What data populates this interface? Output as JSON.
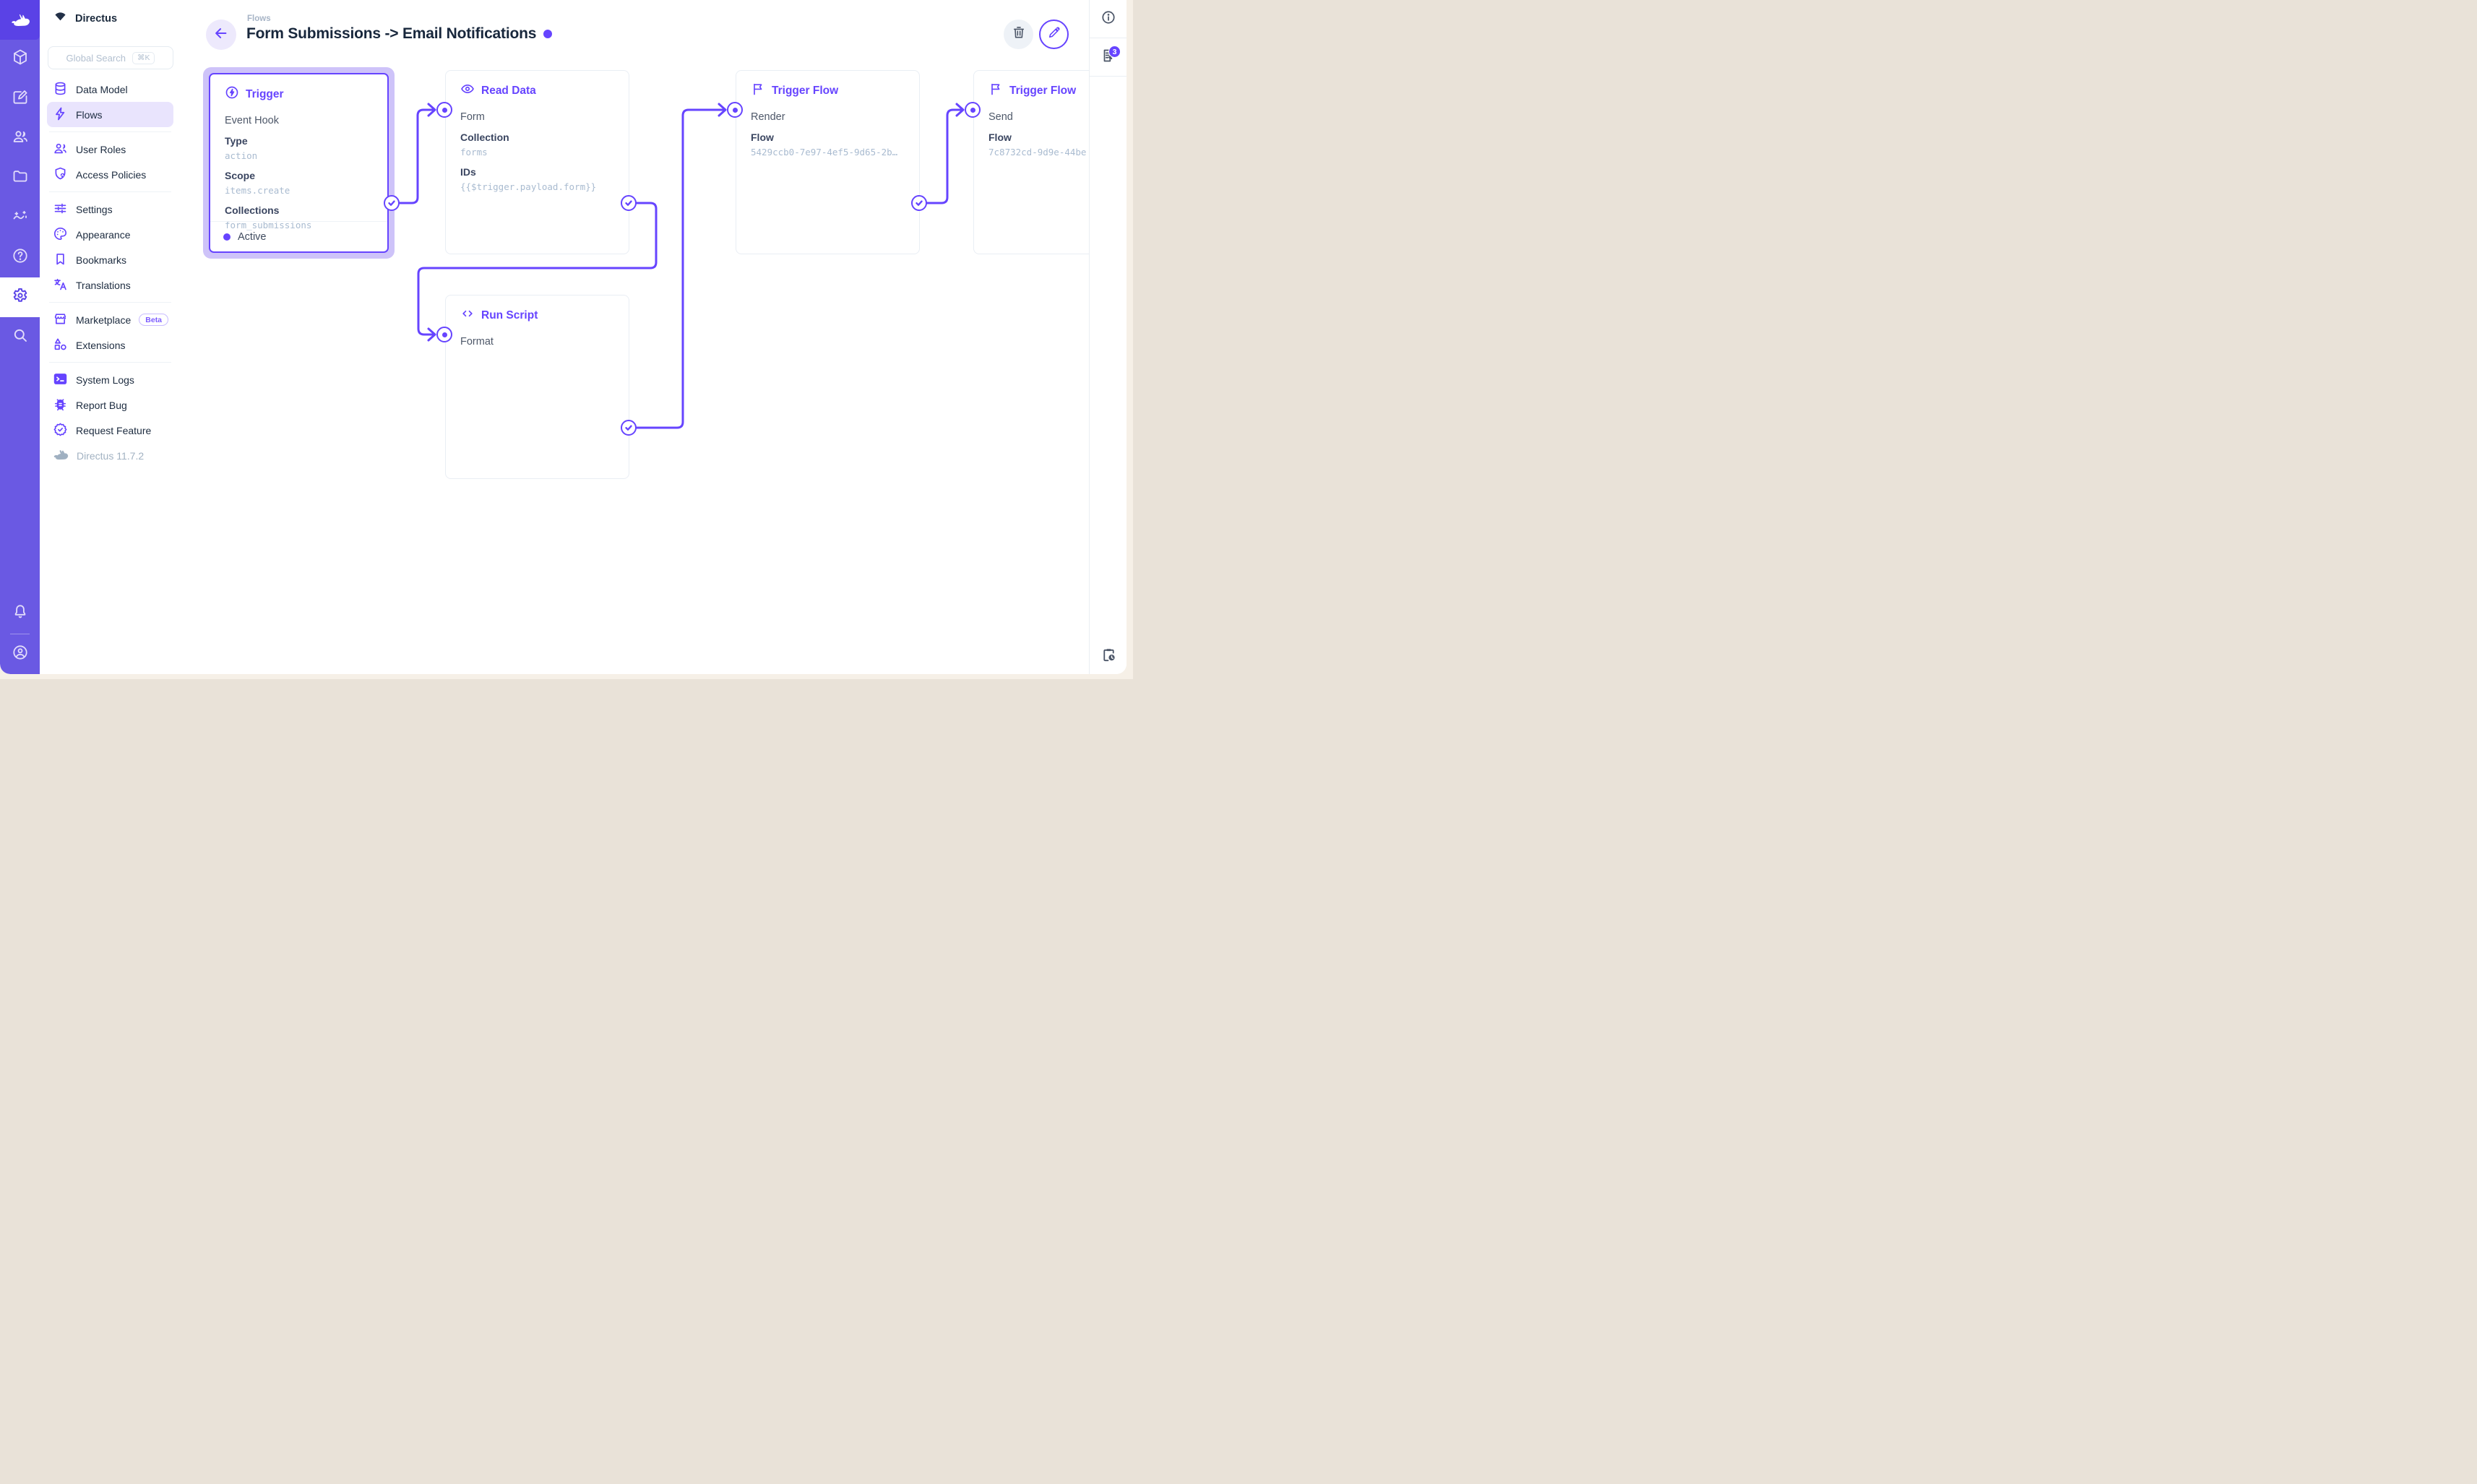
{
  "colors": {
    "brand": "#6644FF",
    "module_bar": "#6A59E3",
    "selected_halo": "#CEC3F9",
    "page_margin": "#F6F0E7"
  },
  "project": {
    "name": "Directus"
  },
  "sidebar": {
    "search": {
      "placeholder": "Global Search",
      "shortcut": "⌘K"
    },
    "groups": [
      {
        "items": [
          {
            "label": "Data Model"
          },
          {
            "label": "Flows"
          }
        ]
      },
      {
        "items": [
          {
            "label": "User Roles"
          },
          {
            "label": "Access Policies"
          }
        ]
      },
      {
        "items": [
          {
            "label": "Settings"
          },
          {
            "label": "Appearance"
          },
          {
            "label": "Bookmarks"
          },
          {
            "label": "Translations"
          }
        ]
      },
      {
        "items": [
          {
            "label": "Marketplace",
            "badge": "Beta"
          },
          {
            "label": "Extensions"
          }
        ]
      },
      {
        "items": [
          {
            "label": "System Logs"
          },
          {
            "label": "Report Bug"
          },
          {
            "label": "Request Feature"
          }
        ]
      }
    ],
    "version": "Directus 11.7.2"
  },
  "header": {
    "breadcrumb": "Flows",
    "title": "Form Submissions -> Email Notifications"
  },
  "right_sidebar": {
    "logs_badge": "3"
  },
  "flow": {
    "nodes": [
      {
        "title": "Trigger",
        "subtitle": "Event Hook",
        "status": "Active",
        "fields": [
          {
            "label": "Type",
            "value": "action"
          },
          {
            "label": "Scope",
            "value": "items.create"
          },
          {
            "label": "Collections",
            "value": "form_submissions"
          }
        ]
      },
      {
        "title": "Read Data",
        "input": "Form",
        "fields": [
          {
            "label": "Collection",
            "value": "forms"
          },
          {
            "label": "IDs",
            "value": "{{$trigger.payload.form}}"
          }
        ]
      },
      {
        "title": "Trigger Flow",
        "input": "Render",
        "fields": [
          {
            "label": "Flow",
            "value": "5429ccb0-7e97-4ef5-9d65-2b…"
          }
        ]
      },
      {
        "title": "Trigger Flow",
        "input": "Send",
        "fields": [
          {
            "label": "Flow",
            "value": "7c8732cd-9d9e-44be"
          }
        ]
      },
      {
        "title": "Run Script",
        "input": "Format",
        "fields": []
      }
    ]
  }
}
